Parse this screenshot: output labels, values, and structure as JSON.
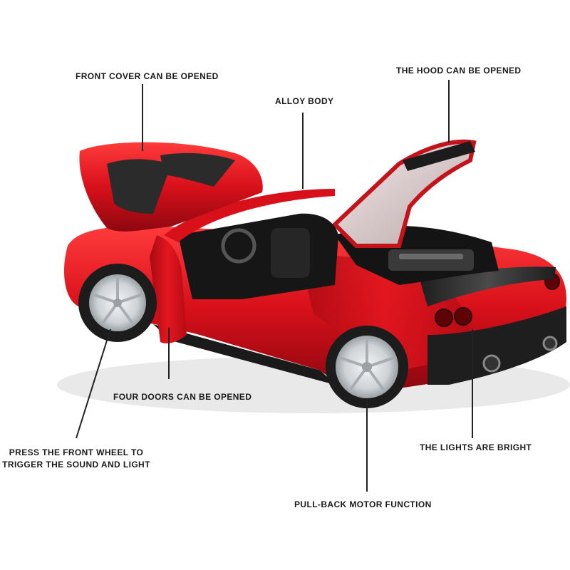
{
  "labels": {
    "front_cover": "FRONT COVER CAN BE OPENED",
    "alloy_body": "ALLOY BODY",
    "hood": "THE HOOD CAN BE OPENED",
    "four_doors": "FOUR DOORS CAN BE OPENED",
    "front_wheel": "PRESS THE FRONT WHEEL TO\nTRIGGER THE SOUND AND LIGHT",
    "lights": "THE LIGHTS ARE BRIGHT",
    "pull_back": "PULL-BACK MOTOR FUNCTION"
  },
  "colors": {
    "body_red": "#d8101a",
    "body_dark_red": "#8e0710",
    "body_highlight": "#ff4a4a",
    "carbon": "#2b2b2b",
    "wheel_silver": "#d9dcdf",
    "tire": "#1c1c1c",
    "leader_line": "#222222"
  }
}
